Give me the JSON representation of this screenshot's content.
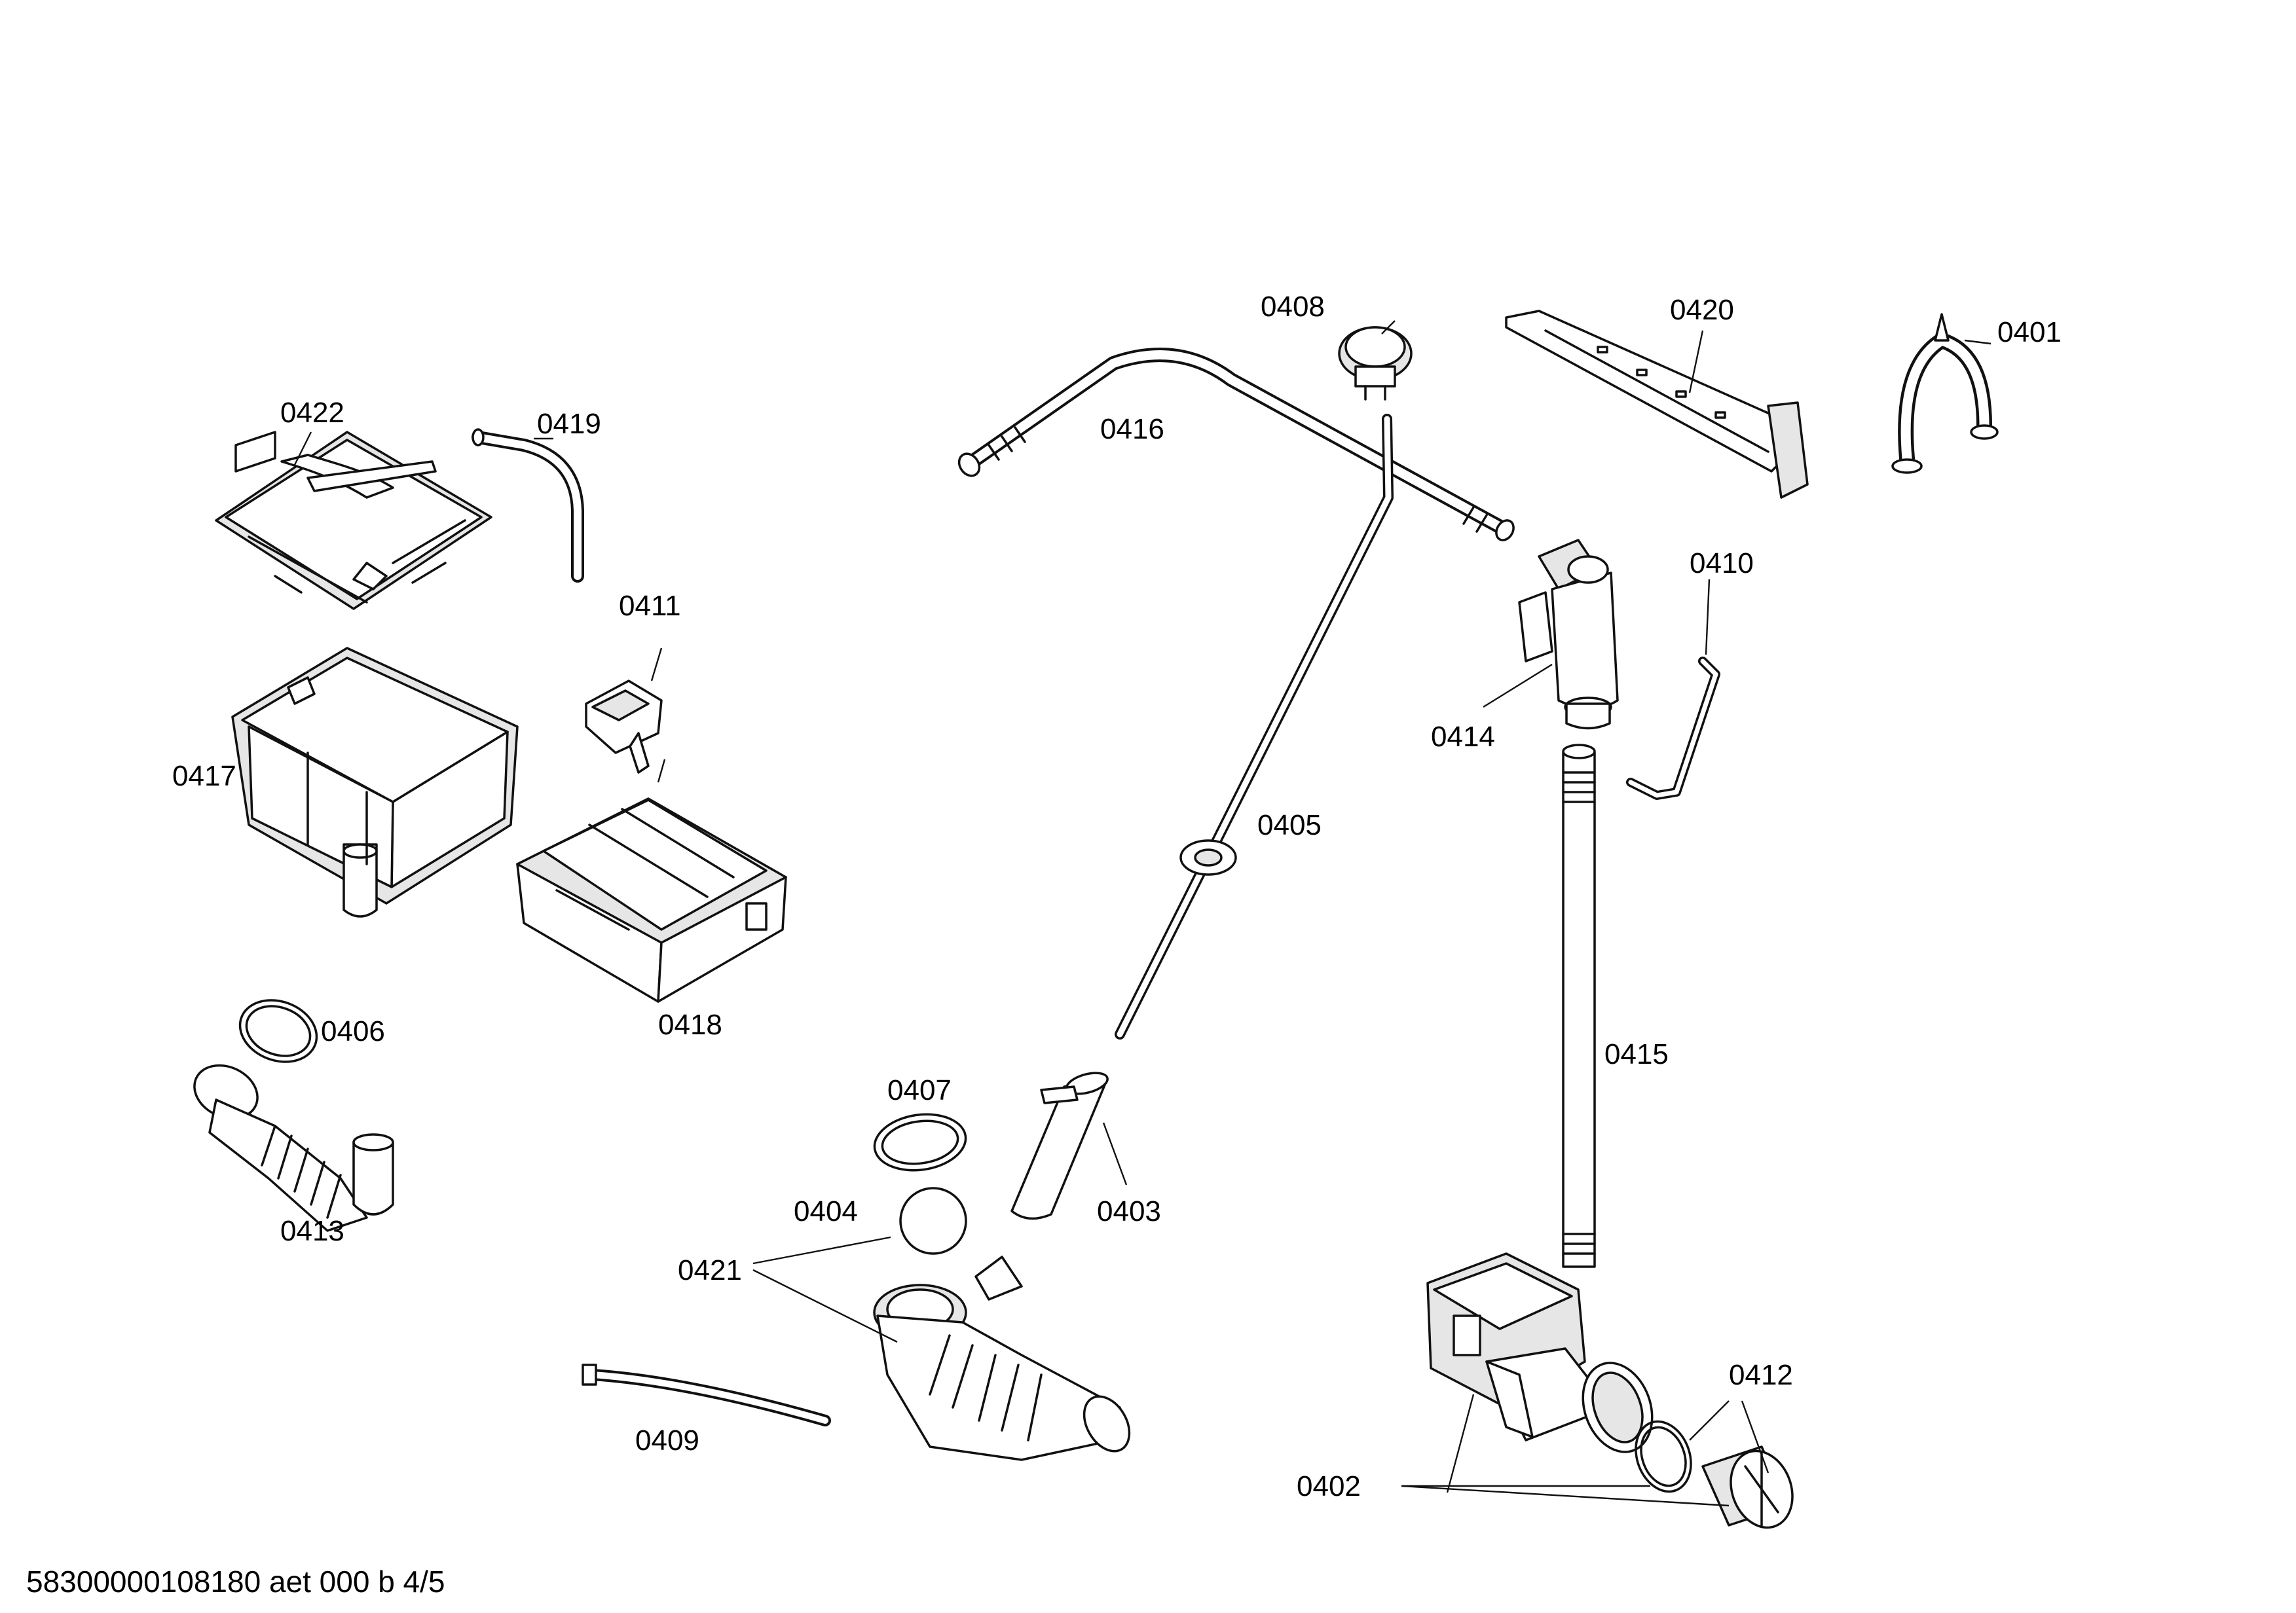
{
  "labels": {
    "p0401": "0401",
    "p0402": "0402",
    "p0403": "0403",
    "p0404": "0404",
    "p0405": "0405",
    "p0406": "0406",
    "p0407": "0407",
    "p0408": "0408",
    "p0409": "0409",
    "p0410": "0410",
    "p0411": "0411",
    "p0412": "0412",
    "p0413": "0413",
    "p0414": "0414",
    "p0415": "0415",
    "p0416": "0416",
    "p0417": "0417",
    "p0418": "0418",
    "p0419": "0419",
    "p0420": "0420",
    "p0421": "0421",
    "p0422": "0422"
  },
  "footer": {
    "drawing_id": "58300000108180 aet 000 b 4/5"
  }
}
